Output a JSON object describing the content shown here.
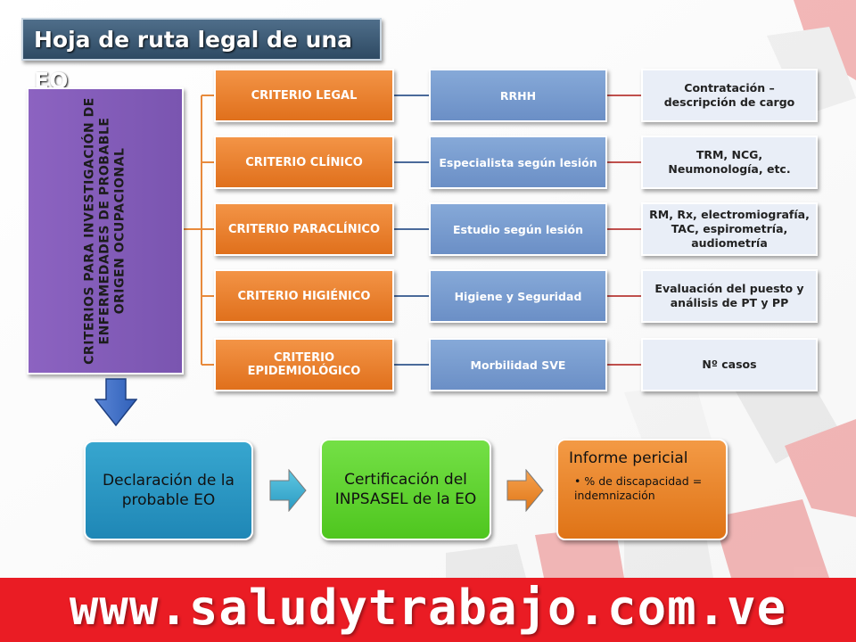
{
  "title": "Hoja de ruta legal de una EO",
  "main_box": "CRITERIOS PARA INVESTIGACIÓN DE ENFERMEDADES DE PROBABLE ORIGEN OCUPACIONAL",
  "criteria": [
    {
      "criterion": "CRITERIO LEGAL",
      "method": "RRHH",
      "detail": "Contratación – descripción de cargo"
    },
    {
      "criterion": "CRITERIO CLÍNICO",
      "method": "Especialista según lesión",
      "detail": "TRM, NCG, Neumonología, etc."
    },
    {
      "criterion": "CRITERIO PARACLÍNICO",
      "method": "Estudio según lesión",
      "detail": "RM, Rx, electromiografía, TAC, espirometría, audiometría"
    },
    {
      "criterion": "CRITERIO HIGIÉNICO",
      "method": "Higiene y Seguridad",
      "detail": "Evaluación del puesto y análisis de PT y PP"
    },
    {
      "criterion": "CRITERIO EPIDEMIOLÓGICO",
      "method": "Morbilidad SVE",
      "detail": "Nº casos"
    }
  ],
  "flow": {
    "step1": "Declaración de la probable EO",
    "step2": "Certificación del INPSASEL de la EO",
    "step3_title": "Informe pericial",
    "step3_bullet": "% de discapacidad = indemnización"
  },
  "footer_url": "www.saludytrabajo.com.ve",
  "colors": {
    "criterion": "#e97d2b",
    "method": "#7b9ed0",
    "detail": "#e9eef7",
    "main": "#8560b8",
    "footer": "#ea1c24"
  }
}
